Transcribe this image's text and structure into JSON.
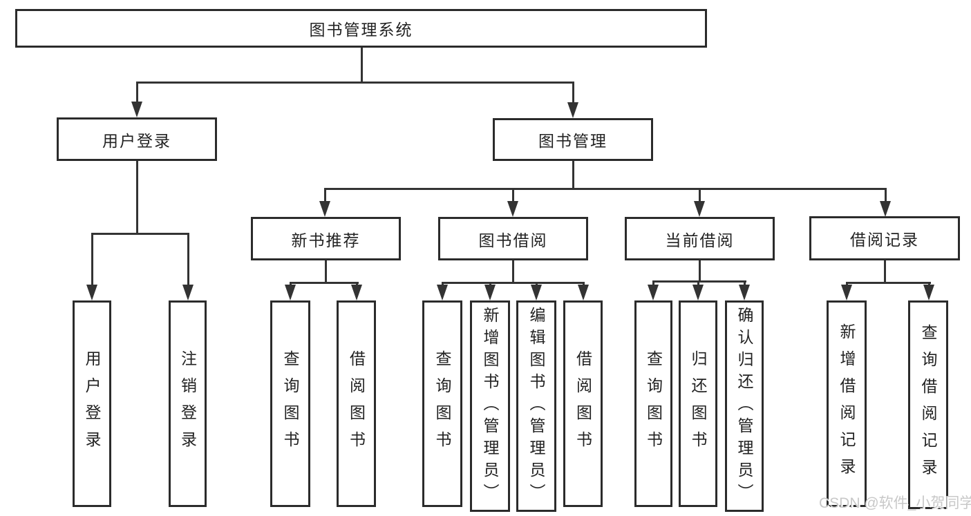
{
  "colors": {
    "line": "#333333",
    "border": "#2b2b2b",
    "text": "#222222",
    "watermark": "#c8c8c8"
  },
  "tree": {
    "root": {
      "label": "图书管理系统"
    },
    "level2": [
      {
        "label": "用户登录"
      },
      {
        "label": "图书管理"
      }
    ],
    "level3": [
      {
        "label": "新书推荐"
      },
      {
        "label": "图书借阅"
      },
      {
        "label": "当前借阅"
      },
      {
        "label": "借阅记录"
      }
    ],
    "leaves": {
      "user_login": [
        {
          "label": "用户登录"
        },
        {
          "label": "注销登录"
        }
      ],
      "new_books": [
        {
          "label": "查询图书"
        },
        {
          "label": "借阅图书"
        }
      ],
      "book_borrow": [
        {
          "label": "查询图书"
        },
        {
          "label": "新增图书（管理员）"
        },
        {
          "label": "编辑图书（管理员）"
        },
        {
          "label": "借阅图书"
        }
      ],
      "current_borrow": [
        {
          "label": "查询图书"
        },
        {
          "label": "归还图书"
        },
        {
          "label": "确认归还（管理员）"
        }
      ],
      "borrow_records": [
        {
          "label": "新增借阅记录"
        },
        {
          "label": "查询借阅记录"
        }
      ]
    }
  },
  "watermark": "CSDN @软件_小贺同学"
}
